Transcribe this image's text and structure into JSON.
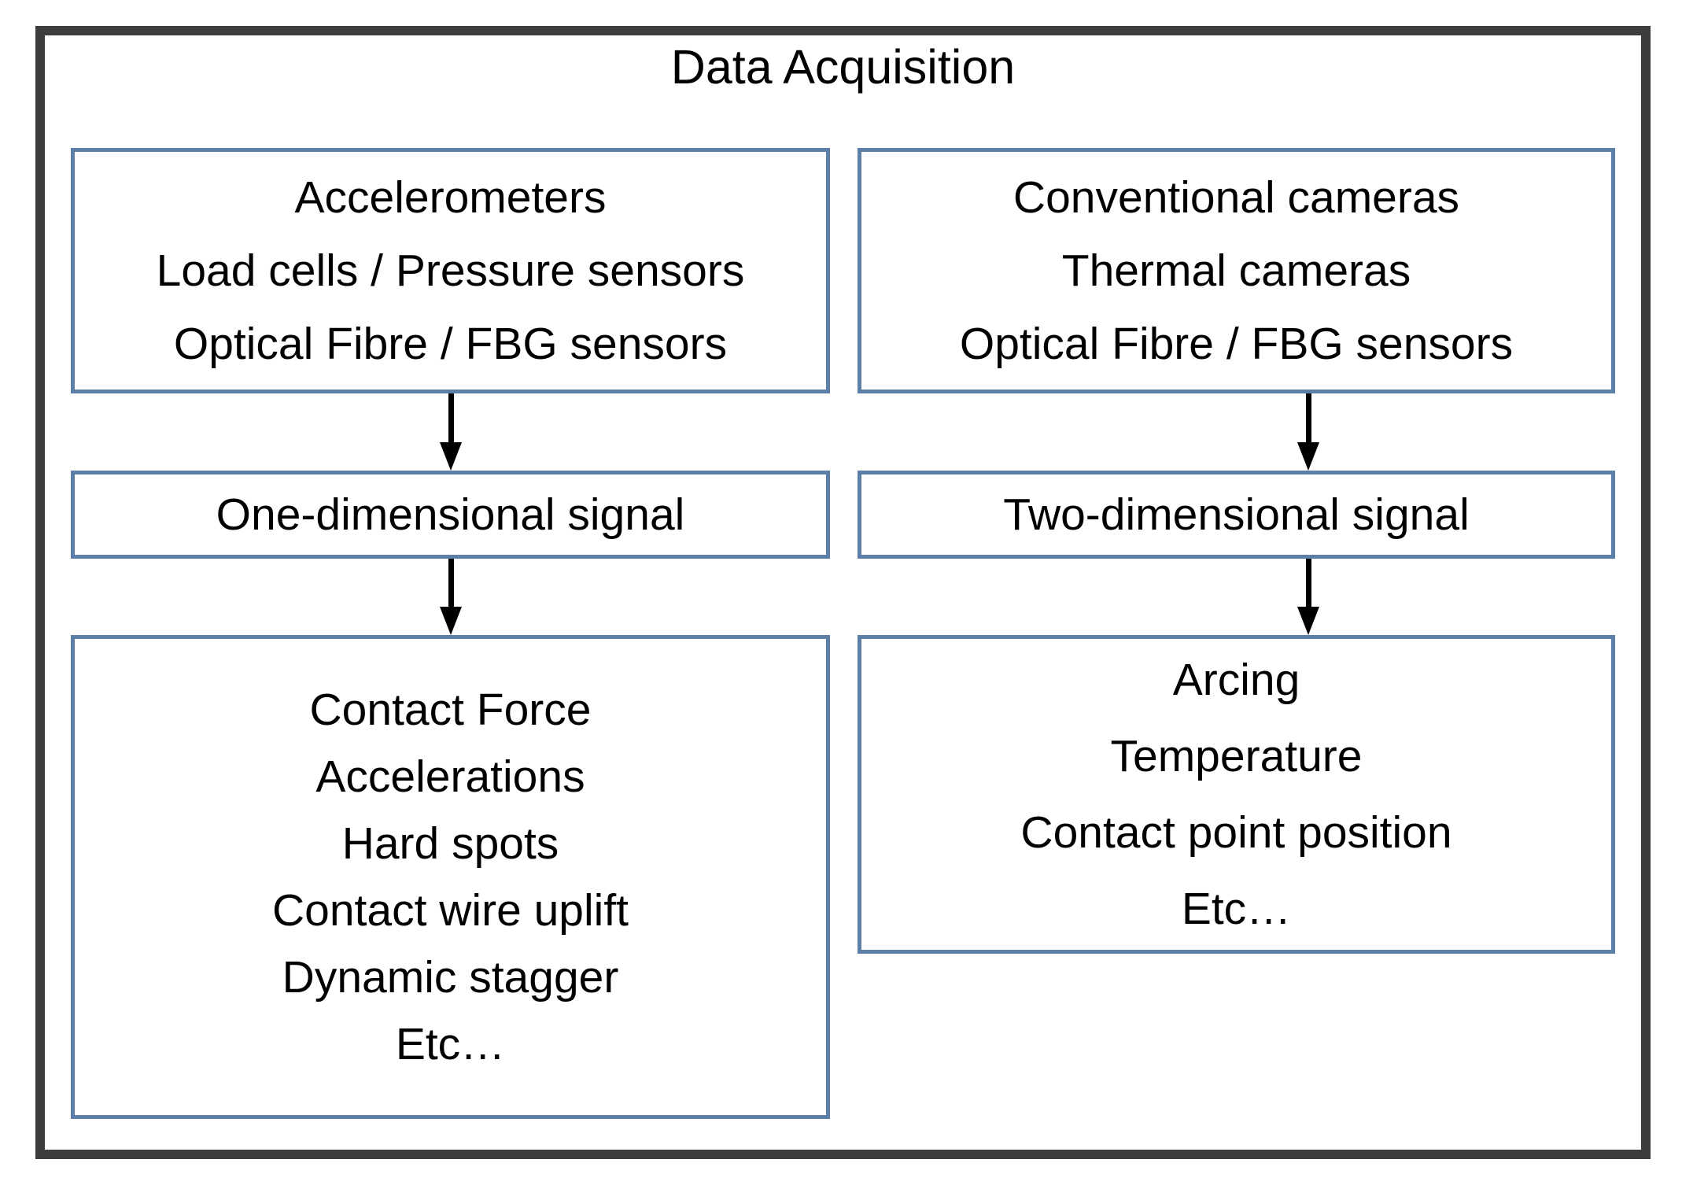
{
  "diagram": {
    "title": "Data Acquisition",
    "frame_color": "#3d3d3d",
    "box_border_color": "#5b7fa6",
    "text_color": "#000000",
    "background_color": "#ffffff",
    "columns": [
      {
        "id": "one-dimensional",
        "sensors": {
          "lines": [
            "Accelerometers",
            "Load cells / Pressure sensors",
            "Optical Fibre / FBG sensors"
          ]
        },
        "signal": {
          "label": "One-dimensional signal"
        },
        "outputs": {
          "lines": [
            "Contact Force",
            "Accelerations",
            "Hard spots",
            "Contact wire uplift",
            "Dynamic stagger",
            "Etc…"
          ]
        }
      },
      {
        "id": "two-dimensional",
        "sensors": {
          "lines": [
            "Conventional cameras",
            "Thermal cameras",
            "Optical Fibre / FBG sensors"
          ]
        },
        "signal": {
          "label": "Two-dimensional signal"
        },
        "outputs": {
          "lines": [
            "Arcing",
            "Temperature",
            "Contact point position",
            "Etc…"
          ]
        }
      }
    ]
  }
}
